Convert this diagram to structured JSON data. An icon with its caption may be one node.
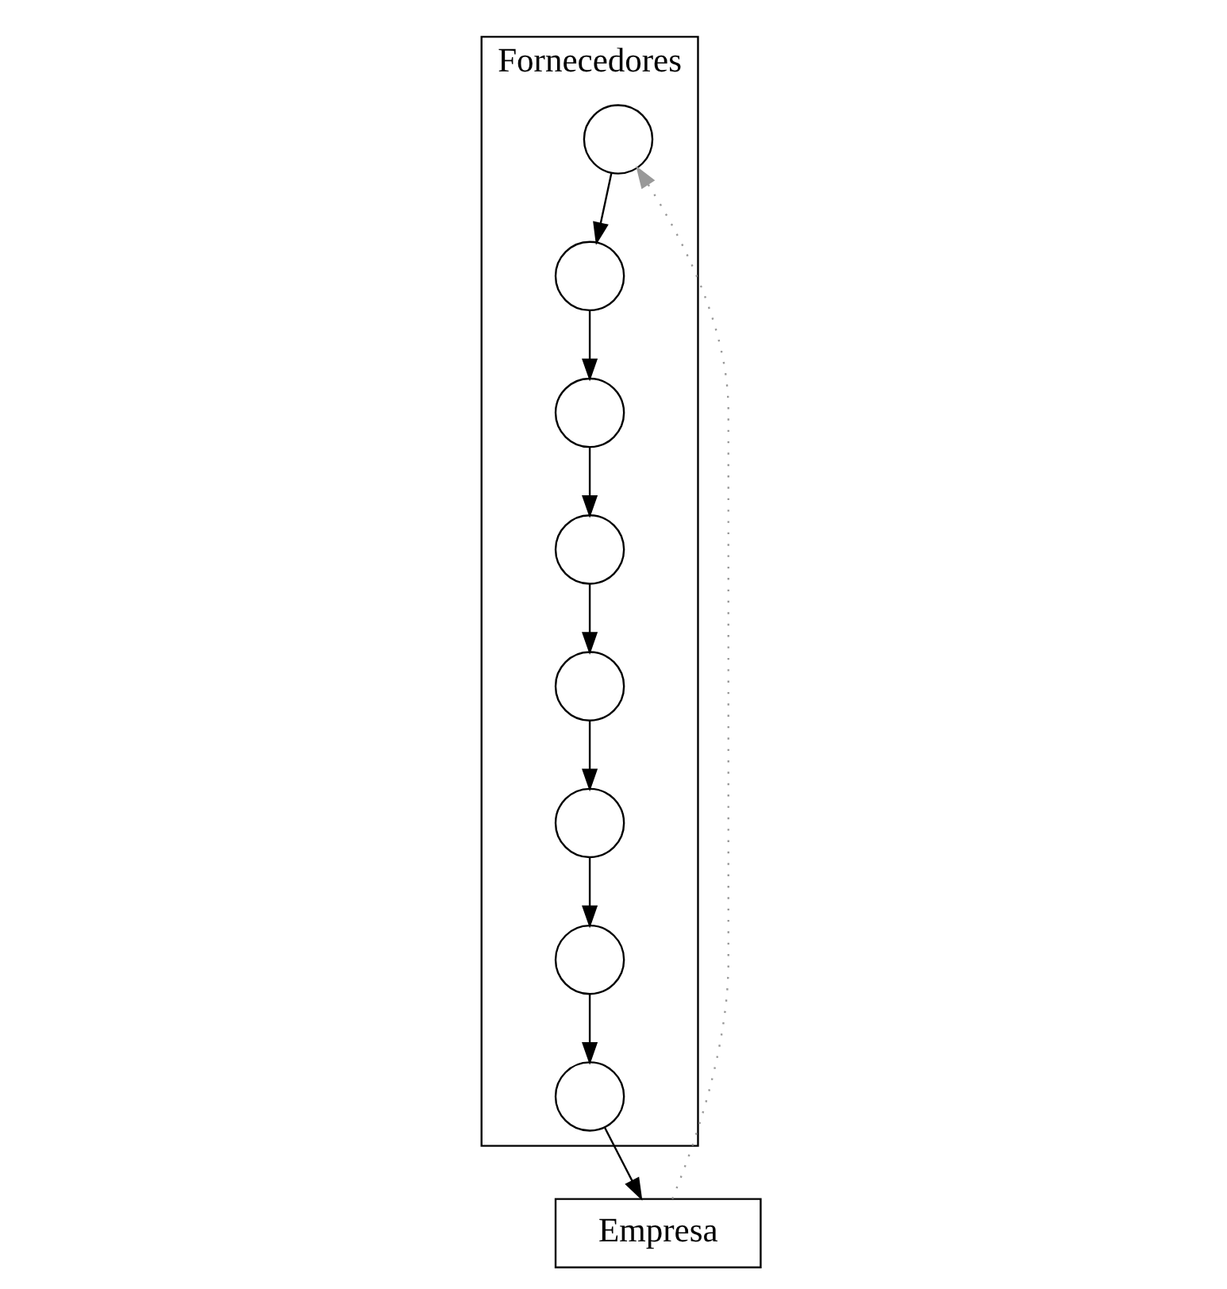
{
  "diagram": {
    "nodes": [
      {
        "text": [
          "Fornecedores"
        ]
      },
      {
        "text": [],
        "shape": "circle",
        "in": 0
      },
      {
        "text": [],
        "shape": "circle",
        "in": 0
      },
      {
        "text": [],
        "shape": "circle",
        "in": 0
      },
      {
        "text": [],
        "shape": "circle",
        "in": 0
      },
      {
        "text": [],
        "shape": "circle",
        "in": 0
      },
      {
        "text": [],
        "shape": "circle",
        "in": 0
      },
      {
        "text": [],
        "shape": "circle",
        "in": 0
      },
      {
        "text": [],
        "shape": "circle",
        "in": 0
      },
      {
        "text": [
          "Empresa"
        ]
      }
    ],
    "edges": [
      {
        "from": 9,
        "to": 8,
        "arrow": "to",
        "style": "dashed",
        "color": "#999999"
      },
      {
        "from": 8,
        "to": 7,
        "arrow": "to"
      },
      {
        "from": 7,
        "to": 6,
        "arrow": "to"
      },
      {
        "from": 6,
        "to": 5,
        "arrow": "to"
      },
      {
        "from": 5,
        "to": 4,
        "arrow": "to"
      },
      {
        "from": 4,
        "to": 3,
        "arrow": "to"
      },
      {
        "from": 3,
        "to": 2,
        "arrow": "to"
      },
      {
        "from": 2,
        "to": 1,
        "arrow": "to"
      },
      {
        "from": 1,
        "to": 9,
        "arrow": "to"
      }
    ]
  }
}
